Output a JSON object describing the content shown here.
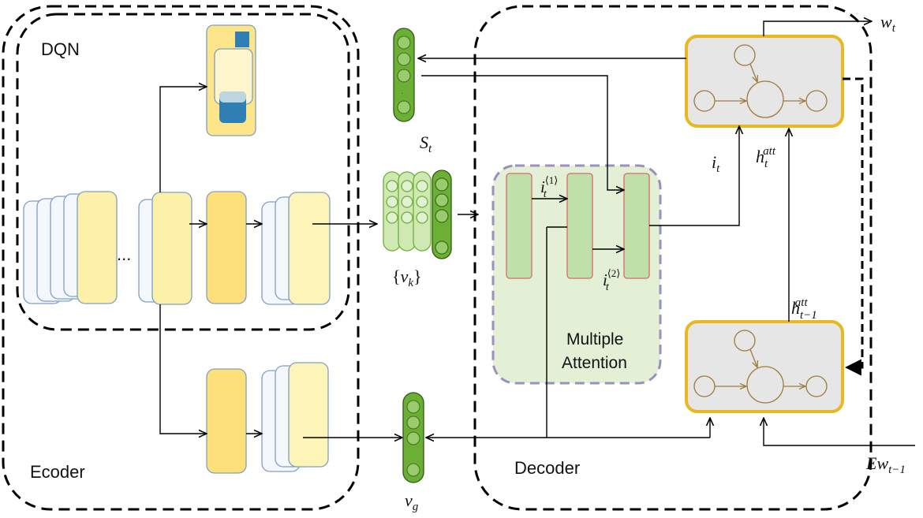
{
  "labels": {
    "dqn": "DQN",
    "encoder": "Ecoder",
    "decoder": "Decoder",
    "multiple_attention_line1": "Multiple",
    "multiple_attention_line2": "Attention",
    "ellipsis": "...",
    "s_t": {
      "base": "S",
      "sub": "t"
    },
    "v_k": {
      "open": "{",
      "base": "v",
      "sub": "k",
      "close": "}"
    },
    "v_g": {
      "base": "v",
      "sub": "g"
    },
    "w_t": {
      "base": "w",
      "sub": "t"
    },
    "ew_t1": {
      "base": "Ew",
      "sub": "t−1"
    },
    "i_t": {
      "base": "i",
      "sub": "t"
    },
    "i_t1": {
      "base": "i",
      "sub": "t",
      "sup": "⟨1⟩"
    },
    "i_t2": {
      "base": "i",
      "sub": "t",
      "sup": "⟨2⟩"
    },
    "h_att_t": {
      "base": "h",
      "sub": "t",
      "sup": "att"
    },
    "h_att_t1": {
      "base": "h",
      "sub": "t−1",
      "sup": "att"
    }
  },
  "colors": {
    "yellow_light": "#fdf4b8",
    "yellow_mid": "#fde58a",
    "yellow_dark": "#fbd95e",
    "feature_map_white": "#f4f8fc",
    "feature_map_edge": "#7f9fc2",
    "green_vector": "#6bb035",
    "green_light": "#cfe8b4",
    "attention_bg": "#e3f0d6",
    "attention_border": "#9b8fbf",
    "lstm_border": "#e8b820",
    "lstm_bg": "#e6e6e6",
    "lstm_node": "#a0793a",
    "dqn_blue": "#2f7fb5"
  },
  "icons": [
    "arrow-icon",
    "lstm-cell-icon",
    "vector-icon"
  ]
}
